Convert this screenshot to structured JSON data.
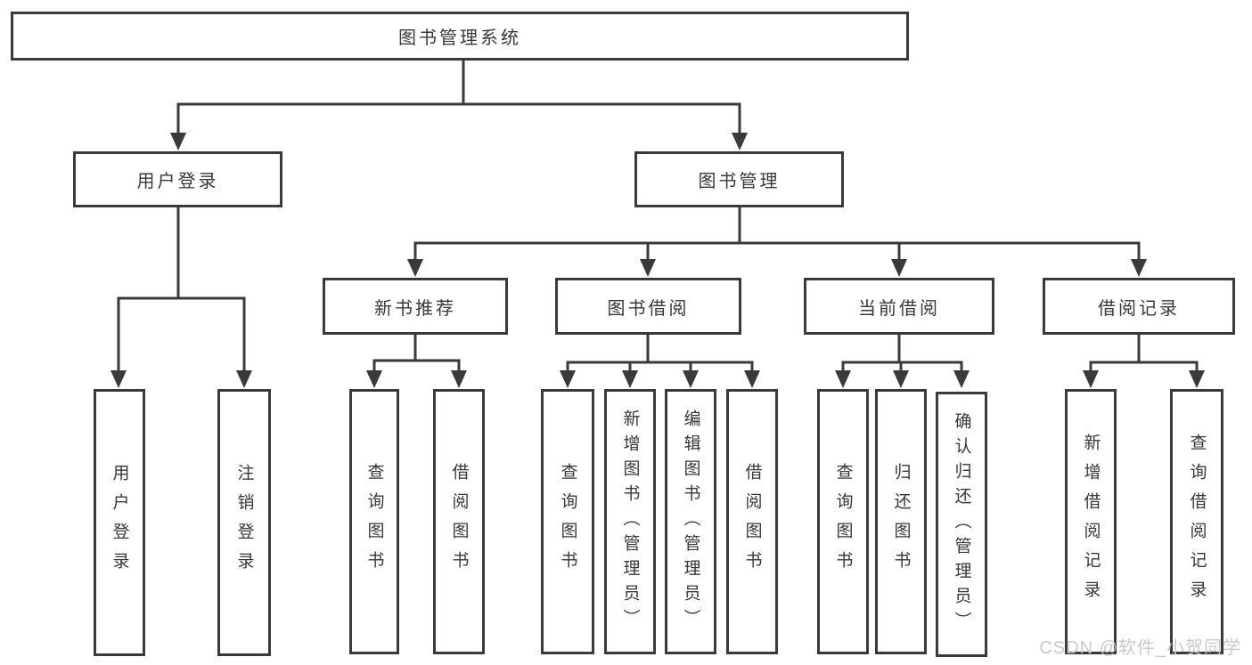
{
  "diagram": {
    "root": "图书管理系统",
    "level1": {
      "user_login": "用户登录",
      "book_management": "图书管理"
    },
    "level2": {
      "new_book_recommend": "新书推荐",
      "book_borrow": "图书借阅",
      "current_borrow": "当前借阅",
      "borrow_records": "借阅记录"
    },
    "leaves": {
      "user_login": "用户登录",
      "logout": "注销登录",
      "recommend_query_book": "查询图书",
      "recommend_borrow_book": "借阅图书",
      "borrow_query_book": "查询图书",
      "borrow_add_book": "新增图书（管理员）",
      "borrow_edit_book": "编辑图书（管理员）",
      "borrow_borrow_book": "借阅图书",
      "current_query_book": "查询图书",
      "current_return_book": "归还图书",
      "current_confirm_return": "确认归还（管理员）",
      "records_add_record": "新增借阅记录",
      "records_query_record": "查询借阅记录"
    }
  },
  "watermark": "CSDN @软件_小贺同学",
  "colors": {
    "line": "#3a3a3a",
    "text": "#383838",
    "background": "#ffffff",
    "watermark": "#c6c6c6"
  }
}
